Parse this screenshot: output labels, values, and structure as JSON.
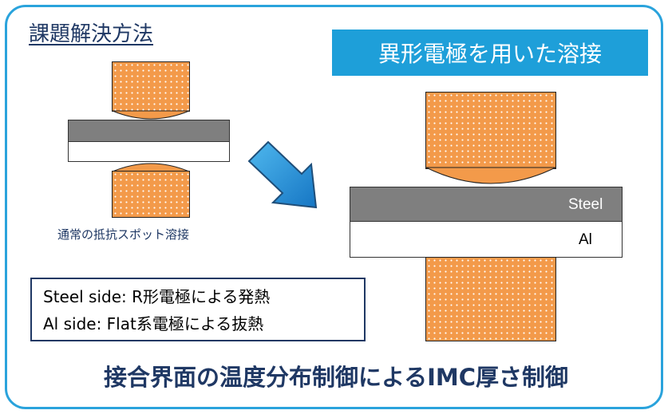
{
  "left": {
    "heading": "課題解決方法",
    "caption": "通常の抵抗スポット溶接"
  },
  "right": {
    "heading": "異形電極を用いた溶接",
    "steel_label": "Steel",
    "al_label": "Al"
  },
  "note": {
    "line1": "Steel side: R形電極による発熱",
    "line2": "Al side: Flat系電極による抜熱"
  },
  "conclusion": "接合界面の温度分布制御によるIMC厚さ制御",
  "colors": {
    "frame": "#2aa3dc",
    "banner": "#1e9fd9",
    "electrode": "#f39a4a",
    "steel": "#7f7f7f",
    "navy_text": "#1f3864",
    "arrow": "#1f8fd6"
  }
}
